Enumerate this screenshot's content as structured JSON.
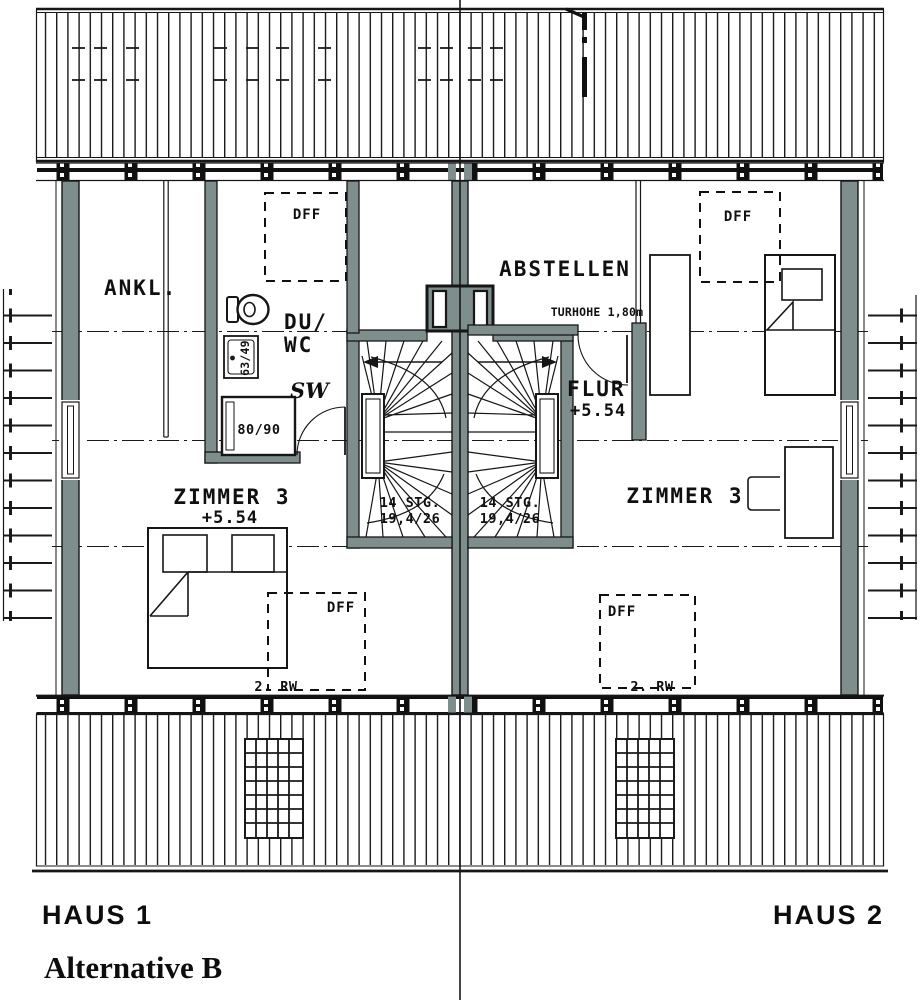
{
  "plan": {
    "haus1_label": "HAUS 1",
    "haus2_label": "HAUS 2",
    "alternative_label": "Alternative B"
  },
  "haus1": {
    "ankleide": "ANKL.",
    "bath_line1": "DU/",
    "bath_line2": "WC",
    "sink_dim": "63/49",
    "shower_dim": "80/90",
    "shower_note": "SW",
    "dff_top": "DFF",
    "dff_bottom": "DFF",
    "room": "ZIMMER 3",
    "room_level": "+5.54",
    "stairs_line1": "14 STG.",
    "stairs_line2": "19,4/26",
    "rw_note": "2. RW"
  },
  "haus2": {
    "abstellen": "ABSTELLEN",
    "door_note": "TURHOHE 1,80m",
    "flur": "FLUR",
    "flur_level": "+5.54",
    "room": "ZIMMER 3",
    "dff_top": "DFF",
    "dff_bottom": "DFF",
    "stairs_line1": "14 STG.",
    "stairs_line2": "19,4/26",
    "rw_note": "2. RW"
  },
  "colors": {
    "wall_fill": "#7e8e8c",
    "line": "#161616",
    "background": "#ffffff"
  }
}
